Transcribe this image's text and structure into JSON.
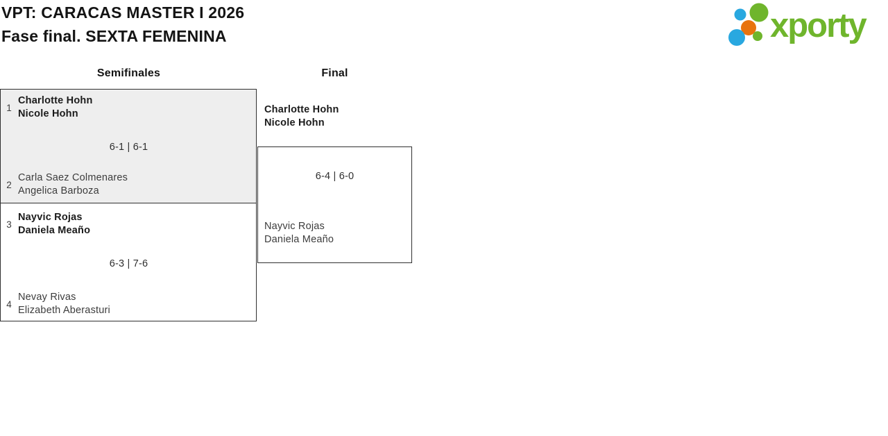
{
  "page": {
    "title_line1": "VPT: CARACAS MASTER I 2026",
    "title_line2": "Fase final. SEXTA FEMENINA"
  },
  "logo": {
    "text": "xporty",
    "colors": {
      "green": "#6fb52c",
      "blue": "#29a8e0",
      "orange": "#e8730e"
    }
  },
  "bracket": {
    "round_headers": {
      "semifinals": "Semifinales",
      "final": "Final"
    },
    "semifinals": [
      {
        "score": "6-1 | 6-1",
        "team1": {
          "seed": "1",
          "player1": "Charlotte Hohn",
          "player2": "Nicole Hohn"
        },
        "team2": {
          "seed": "2",
          "player1": "Carla Saez Colmenares",
          "player2": "Angelica Barboza"
        }
      },
      {
        "score": "6-3 | 7-6",
        "team1": {
          "seed": "3",
          "player1": "Nayvic Rojas",
          "player2": "Daniela Meaño"
        },
        "team2": {
          "seed": "4",
          "player1": "Nevay Rivas",
          "player2": "Elizabeth Aberasturi"
        }
      }
    ],
    "final": {
      "score": "6-4 | 6-0",
      "team1": {
        "player1": "Charlotte Hohn",
        "player2": "Nicole Hohn"
      },
      "team2": {
        "player1": "Nayvic Rojas",
        "player2": "Daniela Meaño"
      }
    }
  },
  "colors": {
    "highlight_match_bg": "#eeeeee",
    "box_border": "#2f2f2f"
  }
}
